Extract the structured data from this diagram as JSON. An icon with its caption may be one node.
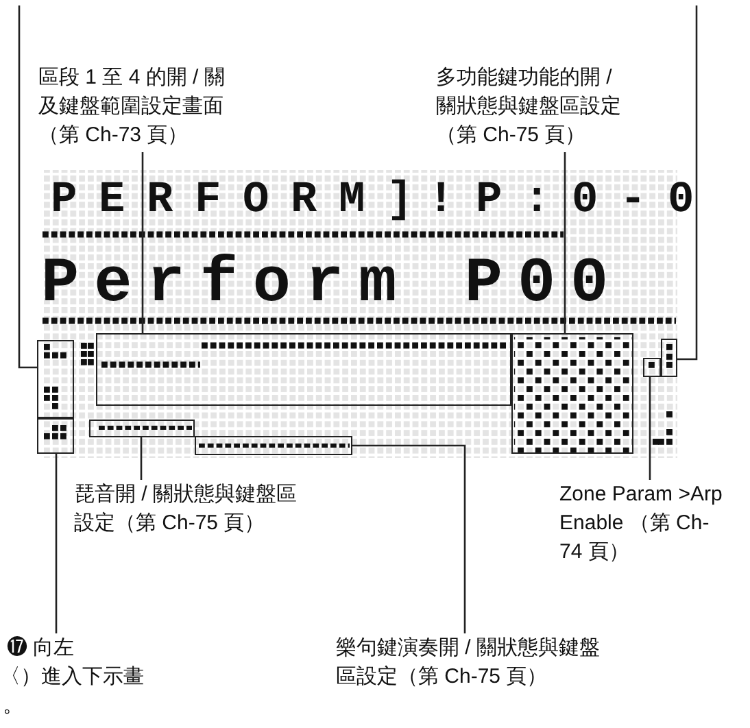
{
  "diagram": {
    "nodes": [
      {
        "text": [
          "區段 1 至 4 的開 / 關及鍵盤範圍設定畫面（第 Ch-73 頁）"
        ]
      },
      {
        "text": [
          "多功能鍵功能的開 / 關狀態與鍵盤區設定（第 Ch-75 頁）"
        ]
      },
      {
        "text": [],
        "shape": "box"
      },
      {
        "text": [],
        "shape": "box"
      },
      {
        "text": [],
        "shape": "box"
      },
      {
        "text": [],
        "shape": "box"
      },
      {
        "text": [],
        "shape": "box"
      },
      {
        "text": [],
        "shape": "box"
      },
      {
        "text": [],
        "shape": "box"
      },
      {
        "text": [],
        "shape": "box"
      },
      {
        "text": [
          "琵音開 / 關狀態與鍵盤區設定（第 Ch-75 頁）"
        ]
      },
      {
        "text": [
          "Zone Param >Arp Enable （第 Ch-74 頁）"
        ]
      },
      {
        "text": [
          "⓱ 向左",
          "〈）進入下示畫",
          "。"
        ]
      },
      {
        "text": [
          "樂句鍵演奏開 / 關狀態與鍵盤區設定（第 Ch-75 頁）"
        ]
      }
    ],
    "edges": [
      {
        "from": null,
        "to": 4,
        "arrow": "none"
      },
      {
        "from": null,
        "to": 9,
        "arrow": "none"
      },
      {
        "from": 0,
        "to": 2,
        "arrow": "none"
      },
      {
        "from": 1,
        "to": 3,
        "arrow": "none"
      },
      {
        "from": 10,
        "to": 6,
        "arrow": "none"
      },
      {
        "from": 11,
        "to": 8,
        "arrow": "none"
      },
      {
        "from": 12,
        "to": 5,
        "arrow": "none"
      },
      {
        "from": 13,
        "to": 7,
        "arrow": "none"
      }
    ],
    "labels": [
      "PERFORM] !P:0-0",
      "Perform P00"
    ]
  }
}
